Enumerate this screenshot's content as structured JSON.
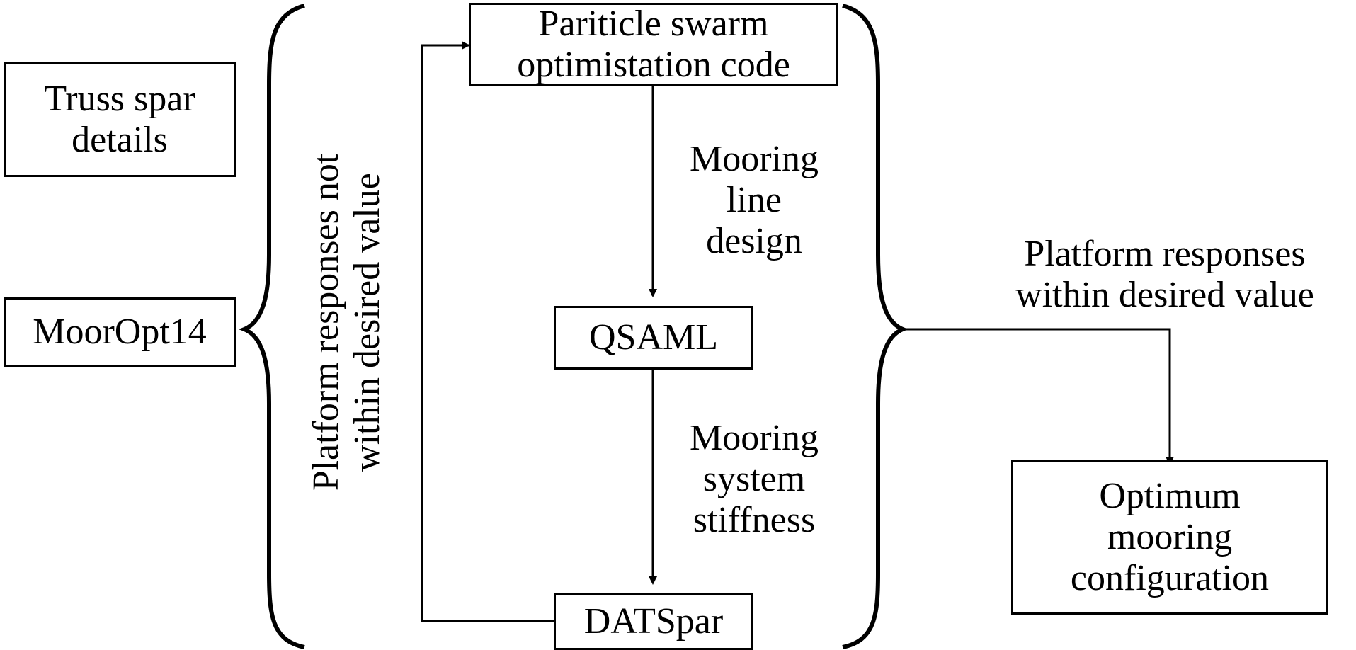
{
  "inputs": {
    "truss_spar": [
      "Truss spar",
      "details"
    ],
    "mooropt": [
      "MoorOpt14"
    ]
  },
  "loop_label": [
    "Platform responses not",
    "within desired value"
  ],
  "nodes": {
    "pso": [
      "Pariticle swarm",
      "optimistation code"
    ],
    "qsaml": [
      "QSAML"
    ],
    "datspar": [
      "DATSpar"
    ],
    "optimum": [
      "Optimum",
      "mooring",
      "configuration"
    ]
  },
  "edges": {
    "mooring_line_design": [
      "Mooring",
      "line",
      "design"
    ],
    "mooring_system_stiffness": [
      "Mooring",
      "system",
      "stiffness"
    ],
    "platform_within": [
      "Platform responses",
      "within desired value"
    ]
  }
}
